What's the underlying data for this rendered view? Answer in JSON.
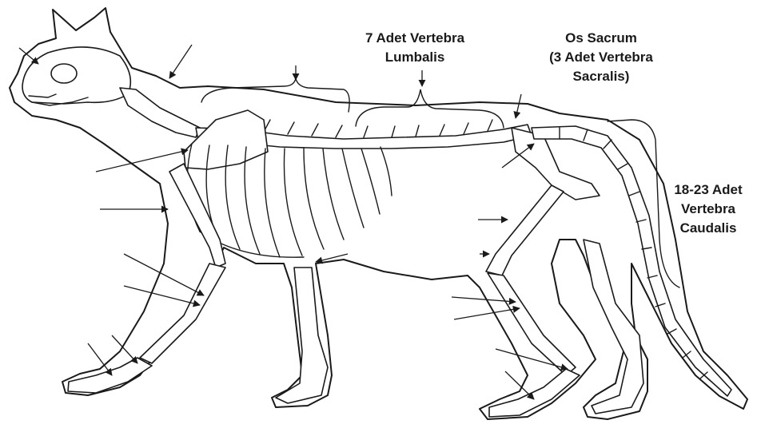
{
  "labels": {
    "lumbalis_line1": "7 Adet Vertebra",
    "lumbalis_line2": "Lumbalis",
    "sacrum_line1": "Os Sacrum",
    "sacrum_line2": "(3 Adet Vertebra",
    "sacrum_line3": "Sacralis)",
    "caudalis_line1": "18-23 Adet",
    "caudalis_line2": "Vertebra",
    "caudalis_line3": "Caudalis"
  },
  "colors": {
    "ink": "#1a1a1a",
    "background": "#ffffff"
  }
}
